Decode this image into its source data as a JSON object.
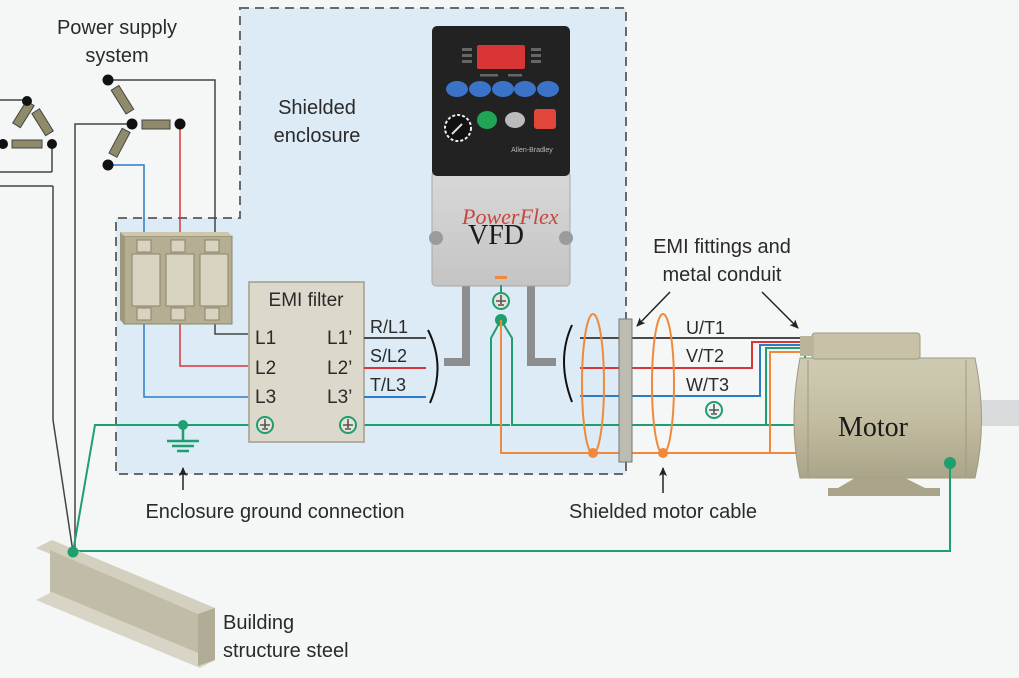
{
  "labels": {
    "power_supply_line1": "Power supply",
    "power_supply_line2": "system",
    "shielded_enclosure_line1": "Shielded",
    "shielded_enclosure_line2": "enclosure",
    "emi_filter_title": "EMI filter",
    "emi_fittings_line1": "EMI fittings and",
    "emi_fittings_line2": "metal conduit",
    "enclosure_ground": "Enclosure ground connection",
    "shielded_motor_cable": "Shielded motor cable",
    "building_steel_line1": "Building",
    "building_steel_line2": "structure steel",
    "vfd": "VFD",
    "motor": "Motor",
    "brand": "Allen-Bradley"
  },
  "emi_filter": {
    "inputs": [
      "L1",
      "L2",
      "L3"
    ],
    "outputs": [
      "L1’",
      "L2’",
      "L3’"
    ]
  },
  "vfd_inputs": [
    "R/L1",
    "S/L2",
    "T/L3"
  ],
  "vfd_outputs": [
    "U/T1",
    "V/T2",
    "W/T3"
  ],
  "colors": {
    "phase1": "#4a4a4a",
    "phase2": "#d9363a",
    "phase3": "#2a7cc7",
    "ground": "#1f9e6e",
    "shield": "#f08a3a",
    "enclosure_fill": "#dcebf6"
  }
}
